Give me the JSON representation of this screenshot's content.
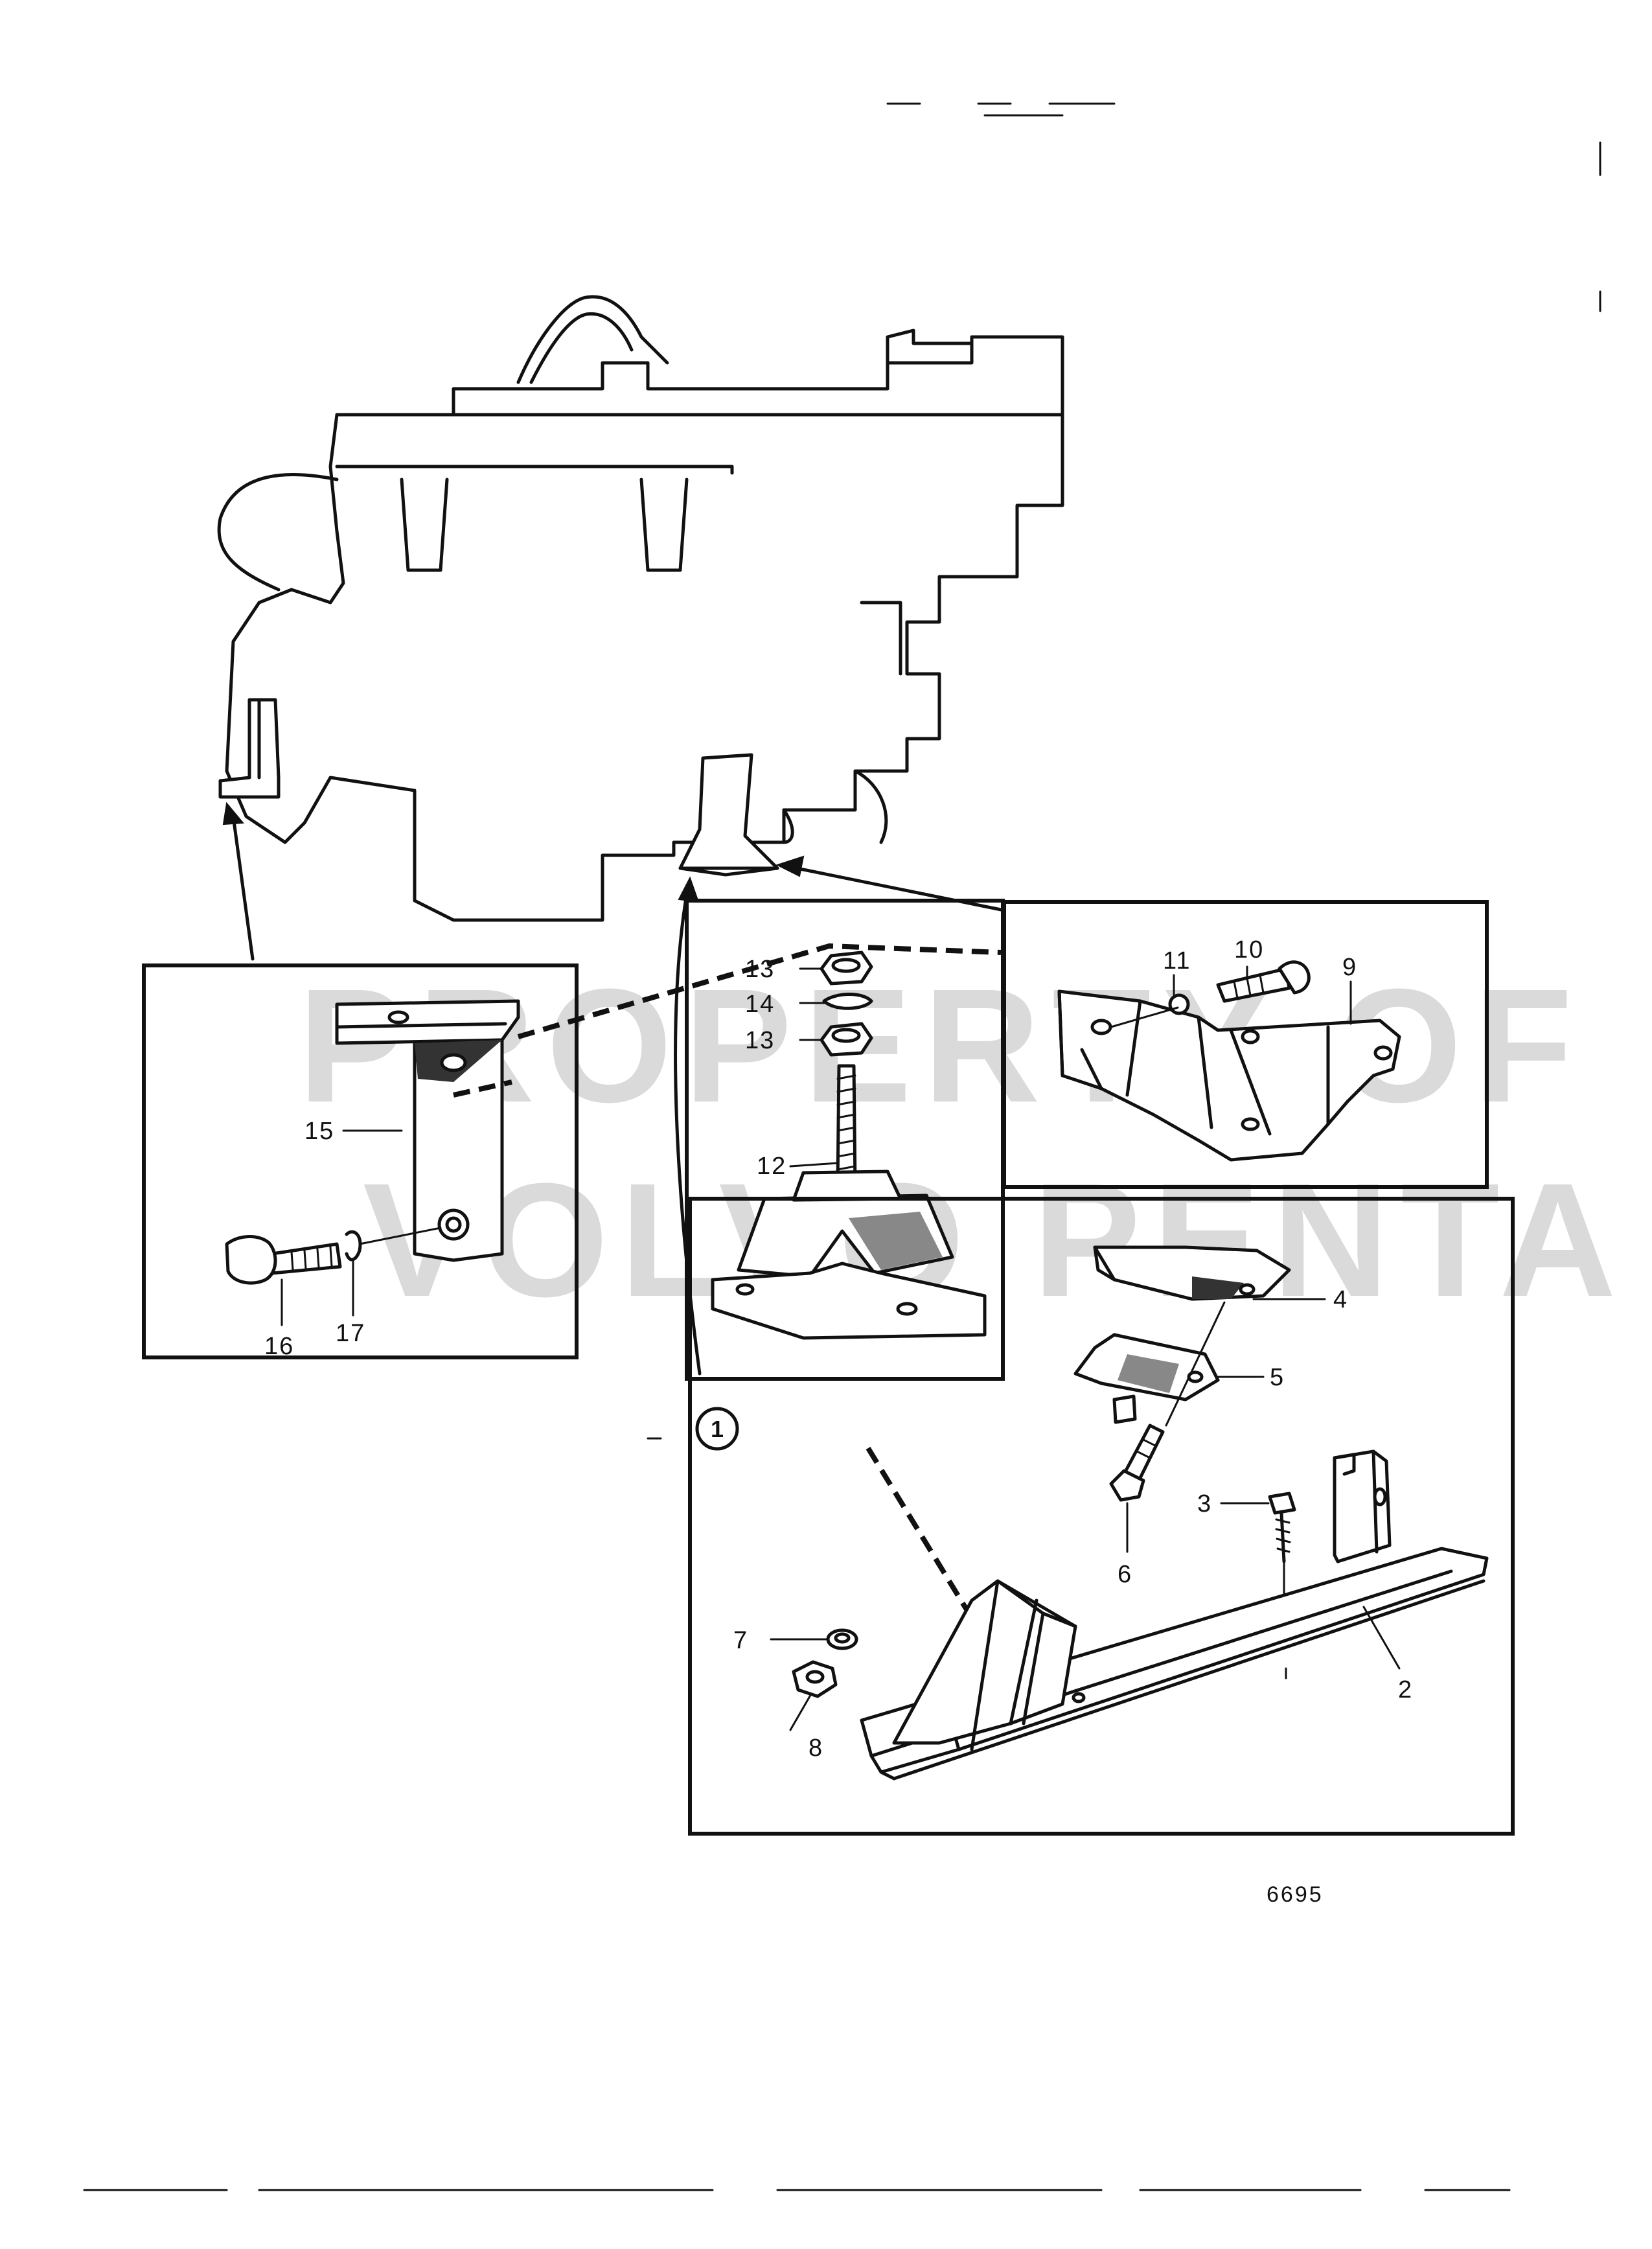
{
  "diagram": {
    "figure_number": "6695",
    "detail_marker": "1",
    "watermark": [
      "PROPERTY OF",
      "VOLVO PENTA"
    ],
    "callouts": {
      "c2": "2",
      "c3": "3",
      "c4": "4",
      "c5": "5",
      "c6": "6",
      "c7": "7",
      "c8": "8",
      "c9": "9",
      "c10": "10",
      "c11": "11",
      "c12": "12",
      "c13a": "13",
      "c13b": "13",
      "c14": "14",
      "c15": "15",
      "c16": "16",
      "c17": "17"
    }
  }
}
